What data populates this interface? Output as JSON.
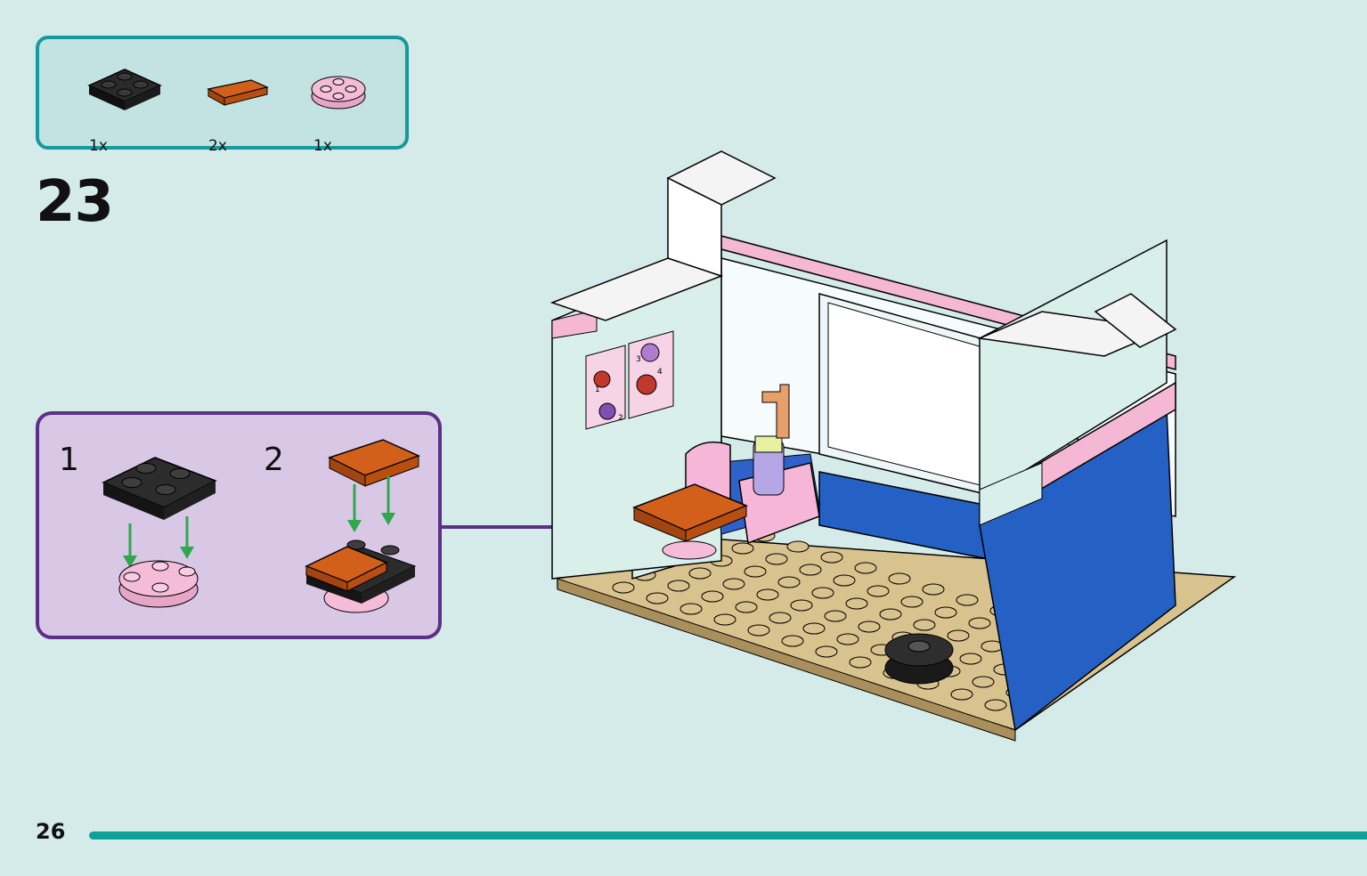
{
  "parts": [
    {
      "name": "black 2x2 plate",
      "quantity": "1x"
    },
    {
      "name": "orange 1x2 tile",
      "quantity": "2x"
    },
    {
      "name": "pink round plate",
      "quantity": "1x"
    }
  ],
  "step": {
    "number": "23"
  },
  "substeps": [
    {
      "number": "1"
    },
    {
      "number": "2"
    }
  ],
  "poster_numbers": [
    "1",
    "2",
    "3",
    "4"
  ],
  "page": {
    "number": "26"
  },
  "colors": {
    "background": "#d4ebea",
    "parts_box": "#c2e3e1",
    "parts_border": "#16999a",
    "substep_box": "#d9c7e6",
    "substep_border": "#5e2f86",
    "progress": "#10a09a"
  }
}
